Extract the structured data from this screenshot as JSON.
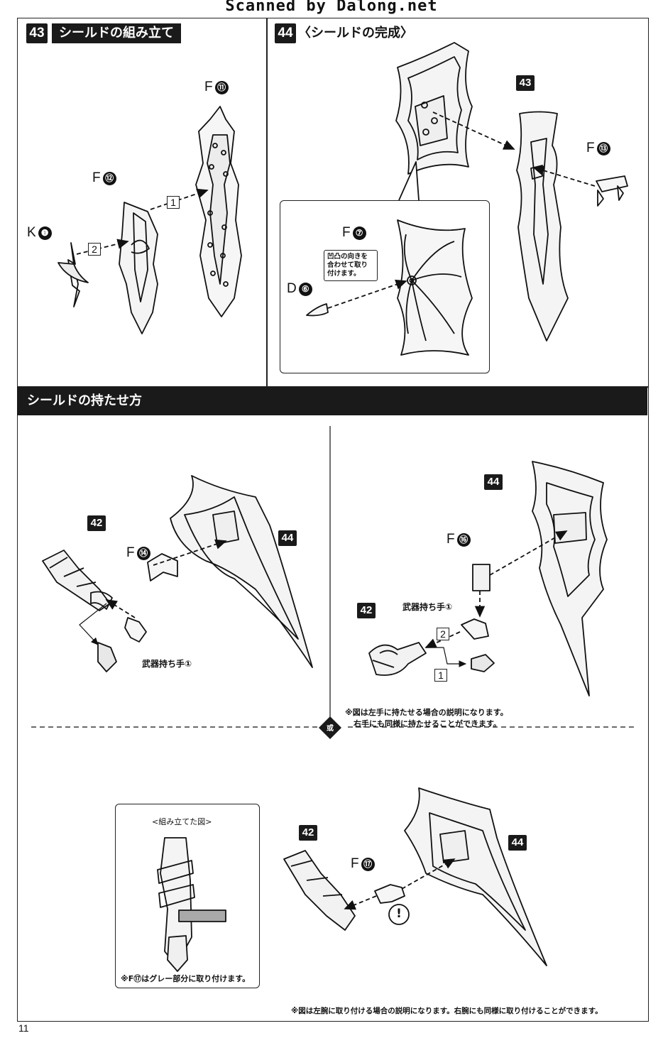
{
  "watermark": "Scanned by Dalong.net",
  "step43": {
    "number": "43",
    "title": "シールドの組み立て",
    "parts": {
      "f11": "F",
      "f11n": "⑪",
      "f12": "F",
      "f12n": "⑫",
      "k1": "K",
      "k1n": "❶"
    },
    "seq": {
      "one": "1",
      "two": "2"
    }
  },
  "step44": {
    "number": "44",
    "title": "〈シールドの完成〉",
    "ref43": "43",
    "parts": {
      "f13": "F",
      "f13n": "⑬",
      "f7": "F",
      "f7n": "⑦",
      "d6": "D",
      "d6n": "⑥"
    },
    "callout": "凹凸の向きを合わせて取り付けます。"
  },
  "section": {
    "title": "シールドの持たせ方"
  },
  "hold_right": {
    "ref42": "42",
    "ref44": "44",
    "part": "F",
    "partn": "⑭",
    "hand_label": "武器持ち手①"
  },
  "hold_left": {
    "ref42": "42",
    "ref44": "44",
    "part": "F",
    "partn": "⑯",
    "hand_label": "武器持ち手①",
    "seq": {
      "one": "1",
      "two": "2"
    },
    "note1": "※図は左手に持たせる場合の説明になります。",
    "note2": "右手にも同様に持たせることができます。"
  },
  "alt_icon": "或",
  "arm_mount": {
    "ref42": "42",
    "ref44": "44",
    "part": "F",
    "partn": "⑰",
    "inset_title": "<組み立てた図>",
    "inset_note": "※F⑰はグレー部分に取り付けます。",
    "caution_icon": "!",
    "bottom_note": "※図は左腕に取り付ける場合の説明になります。右腕にも同様に取り付けることができます。"
  },
  "page_number": "11"
}
